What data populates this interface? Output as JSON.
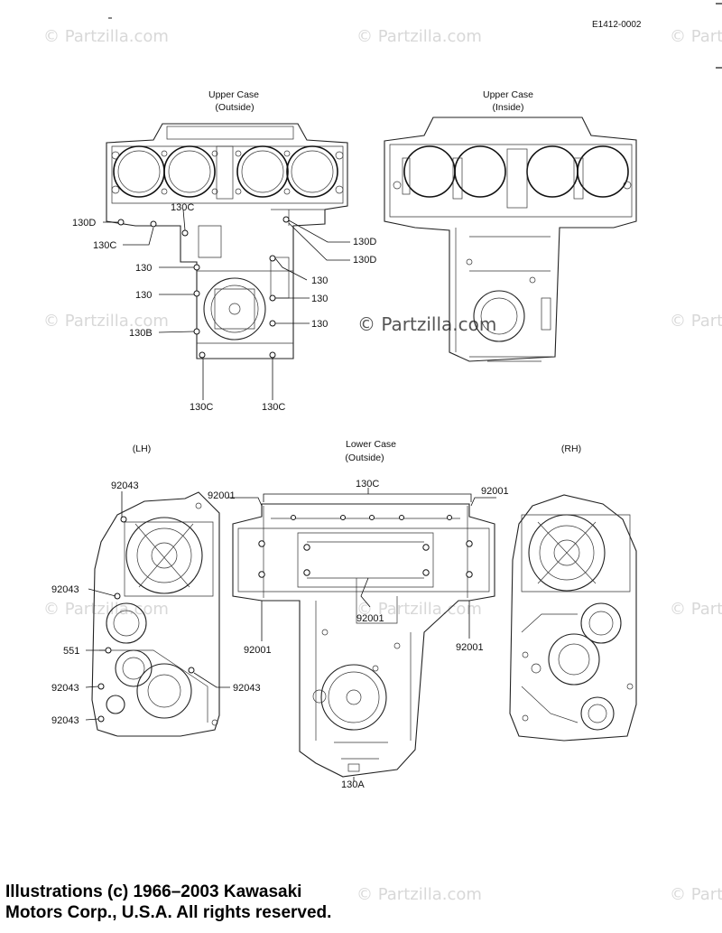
{
  "diagram_code": "E1412-0002",
  "watermark": "© Partzilla.com",
  "views": {
    "upper_outside": {
      "title": "Upper Case",
      "subtitle": "(Outside)"
    },
    "upper_inside": {
      "title": "Upper Case",
      "subtitle": "(Inside)"
    },
    "lower_outside": {
      "title": "Lower  Case",
      "subtitle": "(Outside)"
    },
    "lh": {
      "title": "(LH)"
    },
    "rh": {
      "title": "(RH)"
    }
  },
  "labels": {
    "p130D": "130D",
    "p130C": "130C",
    "p130": "130",
    "p130B": "130B",
    "p130A": "130A",
    "p92001": "92001",
    "p92043": "92043",
    "p551": "551"
  },
  "copyright": {
    "line1": "Illustrations (c) 1966–2003 Kawasaki",
    "line2": "Motors Corp., U.S.A.  All rights reserved."
  }
}
